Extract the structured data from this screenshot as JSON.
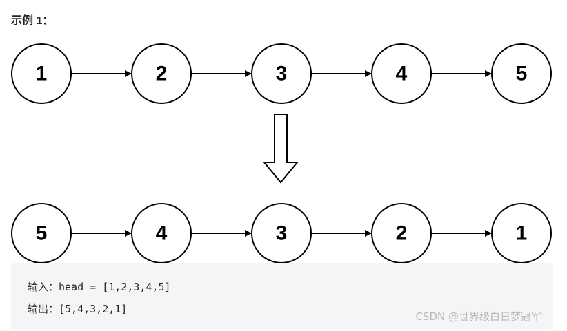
{
  "example": {
    "title": "示例 1："
  },
  "diagram": {
    "input_list": [
      "1",
      "2",
      "3",
      "4",
      "5"
    ],
    "output_list": [
      "5",
      "4",
      "3",
      "2",
      "1"
    ]
  },
  "code": {
    "input_line": "输入：head = [1,2,3,4,5]",
    "output_line": "输出：[5,4,3,2,1]"
  },
  "watermark": {
    "text": "CSDN @世界级白日梦冠军"
  }
}
